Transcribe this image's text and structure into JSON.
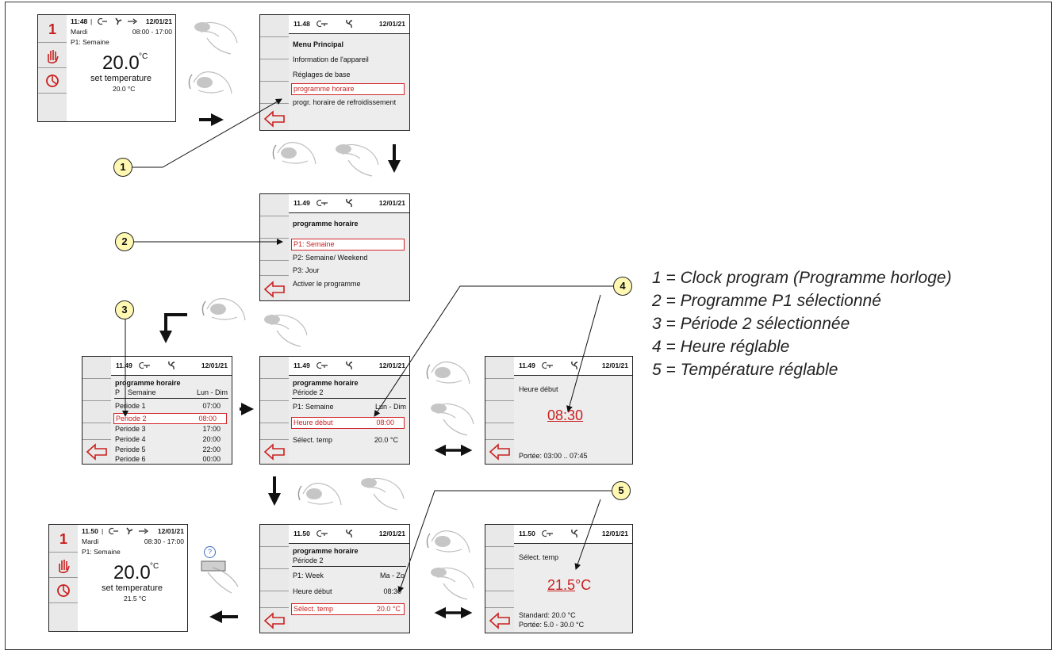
{
  "home1": {
    "time": "11:48",
    "sep": "|",
    "date": "12/01/21",
    "mode": "1",
    "day": "Mardi",
    "hours": "08:00 - 17:00",
    "program": "P1: Semaine",
    "temp": "20.0",
    "unit": "°C",
    "label": "set temperature",
    "setpoint": "20.0 °C"
  },
  "menu": {
    "time": "11.48",
    "date": "12/01/21",
    "title": "Menu Principal",
    "items": [
      "Information de l'appareil",
      "Réglages de base",
      "programme horaire",
      "progr. horaire de refroidissement"
    ]
  },
  "prog": {
    "time": "11.49",
    "date": "12/01/21",
    "title": "programme horaire",
    "items": [
      "P1: Semaine",
      "P2: Semaine/ Weekend",
      "P3: Jour",
      "Activer le programme"
    ]
  },
  "periods": {
    "time": "11.49",
    "date": "12/01/21",
    "title": "programme horaire",
    "subtitle_left": "P",
    "subtitle_right": "Semaine",
    "range": "Lun - Dim",
    "rows": [
      [
        "Periode 1",
        "07:00"
      ],
      [
        "Periode 2",
        "08:00"
      ],
      [
        "Periode 3",
        "17:00"
      ],
      [
        "Periode 4",
        "20:00"
      ],
      [
        "Periode 5",
        "22:00"
      ],
      [
        "Periode 6",
        "00:00"
      ]
    ]
  },
  "period2": {
    "time": "11.49",
    "date": "12/01/21",
    "title": "programme horaire",
    "period": "Période   2",
    "program": "P1: Semaine",
    "range": "Lun - Dim",
    "start_label": "Heure début",
    "start_value": "08:00",
    "temp_label": "Sélect. temp",
    "temp_value": "20.0 °C"
  },
  "startedit": {
    "time": "11.49",
    "date": "12/01/21",
    "label": "Heure début",
    "value": "08:30",
    "range": "Portée:  03:00 .. 07:45"
  },
  "period2b": {
    "time": "11.50",
    "date": "12/01/21",
    "title": "programme horaire",
    "period": "Période   2",
    "program": "P1: Week",
    "range": "Ma - Zo",
    "start_label": "Heure début",
    "start_value": "08:30",
    "temp_label": "Sélect. temp",
    "temp_value": "20.0 °C"
  },
  "tempedit": {
    "time": "11.50",
    "date": "12/01/21",
    "label": "Sélect. temp",
    "value": "21.5",
    "unit": "°C",
    "standard": "Standard: 20.0 °C",
    "range": "Portée:  5.0 - 30.0 °C"
  },
  "home2": {
    "time": "11.50",
    "sep": "|",
    "date": "12/01/21",
    "mode": "1",
    "day": "Mardi",
    "hours": "08:30 - 17:00",
    "program": "P1: Semaine",
    "temp": "20.0",
    "unit": "°C",
    "label": "set temperature",
    "setpoint": "21.5 °C"
  },
  "callouts": [
    "1",
    "2",
    "3",
    "4",
    "5"
  ],
  "button_hint": "?",
  "legend": [
    "1 = Clock program (Programme horloge)",
    "2 = Programme P1 sélectionné",
    "3 = Période 2 sélectionnée",
    "4 = Heure réglable",
    "5 = Température réglable"
  ],
  "colors": {
    "accent_red": "#c9201f",
    "callout_fill": "#fff8b3",
    "panel_bg": "#ededed"
  }
}
